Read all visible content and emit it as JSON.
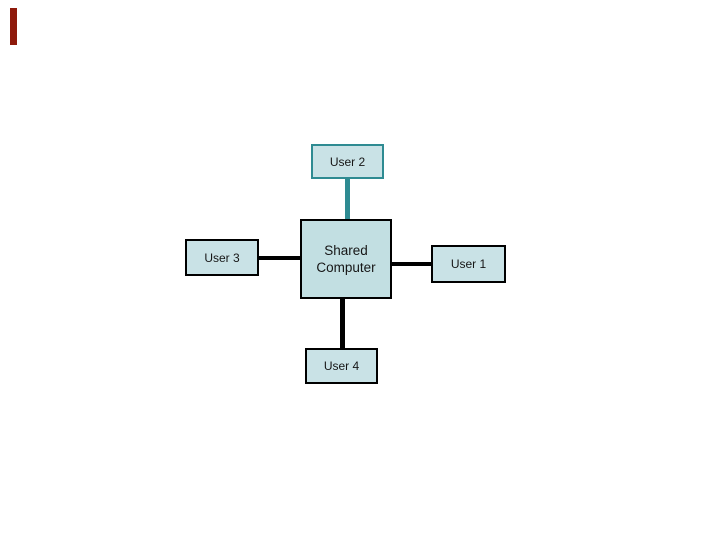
{
  "slide": {
    "background": "#FFFFFF",
    "accent_bar_color": "#8E1A0B"
  },
  "diagram": {
    "type": "star-network",
    "nodes": {
      "shared": {
        "label": "Shared Computer"
      },
      "user1": {
        "label": "User 1"
      },
      "user2": {
        "label": "User 2"
      },
      "user3": {
        "label": "User 3"
      },
      "user4": {
        "label": "User 4"
      }
    },
    "edges": [
      {
        "from": "user2",
        "to": "shared",
        "color": "#2E8B92"
      },
      {
        "from": "user3",
        "to": "shared",
        "color": "#000000"
      },
      {
        "from": "shared",
        "to": "user1",
        "color": "#000000"
      },
      {
        "from": "shared",
        "to": "user4",
        "color": "#000000"
      }
    ],
    "colors": {
      "node_fill": "#C9E2E6",
      "shared_node_fill": "#C2DFE2",
      "teal_accent": "#2E8B92",
      "node_border": "#000000",
      "text": "#161616"
    }
  }
}
